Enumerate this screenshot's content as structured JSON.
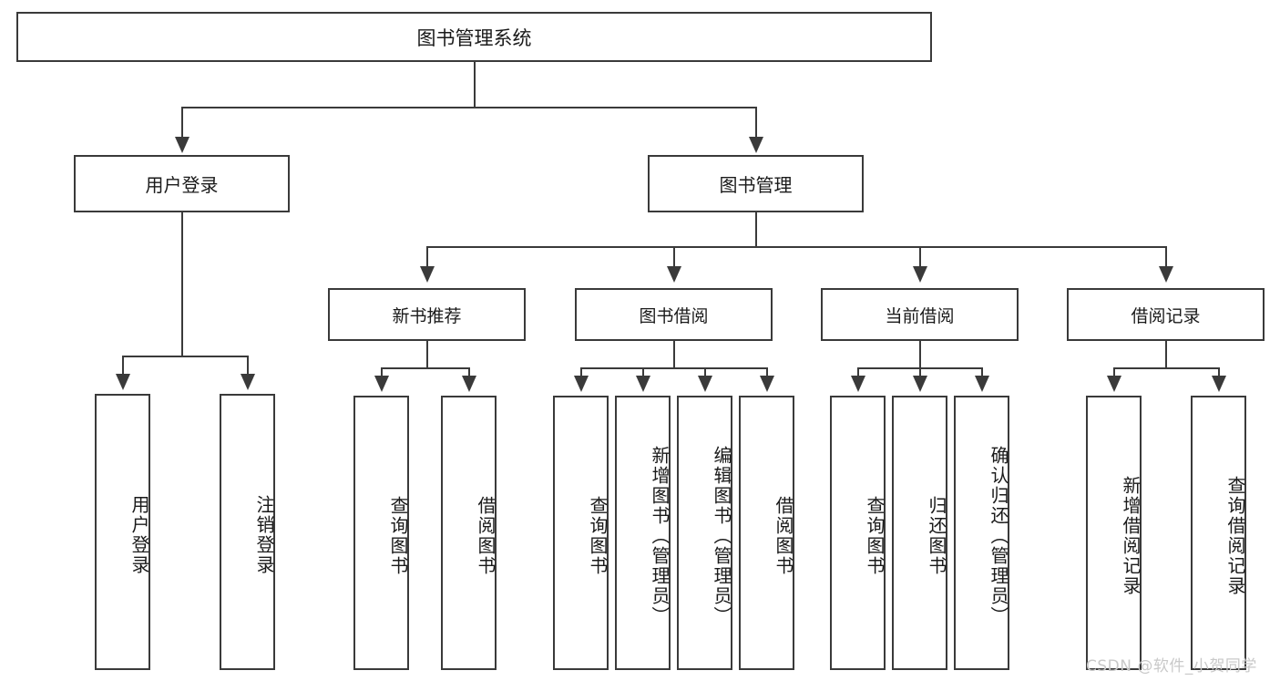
{
  "diagram": {
    "type": "tree",
    "title": "图书管理系统",
    "root": {
      "label": "图书管理系统"
    },
    "level2": [
      {
        "label": "用户登录"
      },
      {
        "label": "图书管理"
      }
    ],
    "level3": [
      {
        "label": "新书推荐"
      },
      {
        "label": "图书借阅"
      },
      {
        "label": "当前借阅"
      },
      {
        "label": "借阅记录"
      }
    ],
    "leaves": {
      "user_login": [
        {
          "label": "用户登录"
        },
        {
          "label": "注销登录"
        }
      ],
      "new_book_recommend": [
        {
          "label": "查询图书"
        },
        {
          "label": "借阅图书"
        }
      ],
      "book_borrow": [
        {
          "label": "查询图书"
        },
        {
          "label": "新增图书（管理员）"
        },
        {
          "label": "编辑图书（管理员）"
        },
        {
          "label": "借阅图书"
        }
      ],
      "current_borrow": [
        {
          "label": "查询图书"
        },
        {
          "label": "归还图书"
        },
        {
          "label": "确认归还（管理员）"
        }
      ],
      "borrow_record": [
        {
          "label": "新增借阅记录"
        },
        {
          "label": "查询借阅记录"
        }
      ]
    }
  },
  "watermark": {
    "text": "CSDN @软件_小贺同学"
  },
  "colors": {
    "line": "#3a3a3a",
    "text": "#1a1a1a",
    "background": "#ffffff",
    "watermark": "#c9c9c9"
  }
}
